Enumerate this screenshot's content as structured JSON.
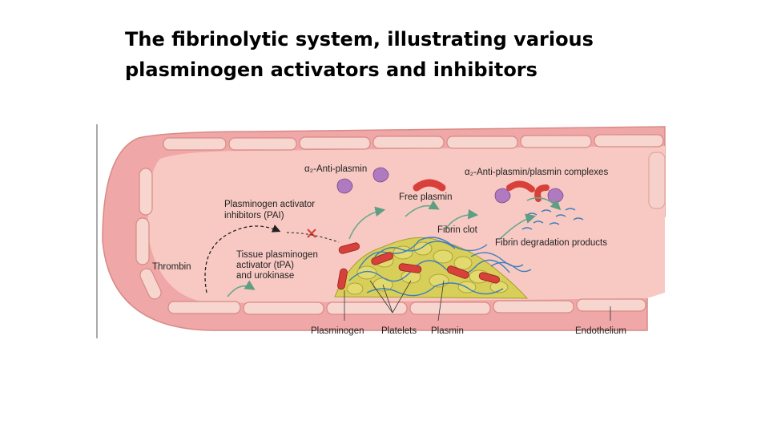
{
  "title": {
    "line1": "The fibrinolytic system, illustrating various",
    "line2": "plasminogen activators and inhibitors"
  },
  "diagram": {
    "labels": {
      "anti_plasmin": "α₂-Anti-plasmin",
      "complexes": "α₂-Anti-plasmin/plasmin complexes",
      "free_plasmin": "Free plasmin",
      "pai_line1": "Plasminogen activator",
      "pai_line2": "inhibitors (PAI)",
      "fibrin_clot": "Fibrin clot",
      "fdp": "Fibrin degradation products",
      "tpa_line1": "Tissue plasminogen",
      "tpa_line2": "activator (tPA)",
      "tpa_line3": "and urokinase",
      "thrombin": "Thrombin",
      "plasminogen": "Plasminogen",
      "platelets": "Platelets",
      "plasmin": "Plasmin",
      "endothelium": "Endothelium"
    },
    "colors": {
      "vessel_wall": "#f0a7a7",
      "lumen": "#f8c9c3",
      "cells": "#f6d6cf",
      "cell_border": "#d98a85",
      "platelets": "#d8cf5a",
      "fibrin": "#3e7fb8",
      "plasmin": "#d8403a",
      "antiplasmin": "#b07ac0",
      "inhibit_x": "#d8403a",
      "arrow": "#6aa88c"
    }
  }
}
